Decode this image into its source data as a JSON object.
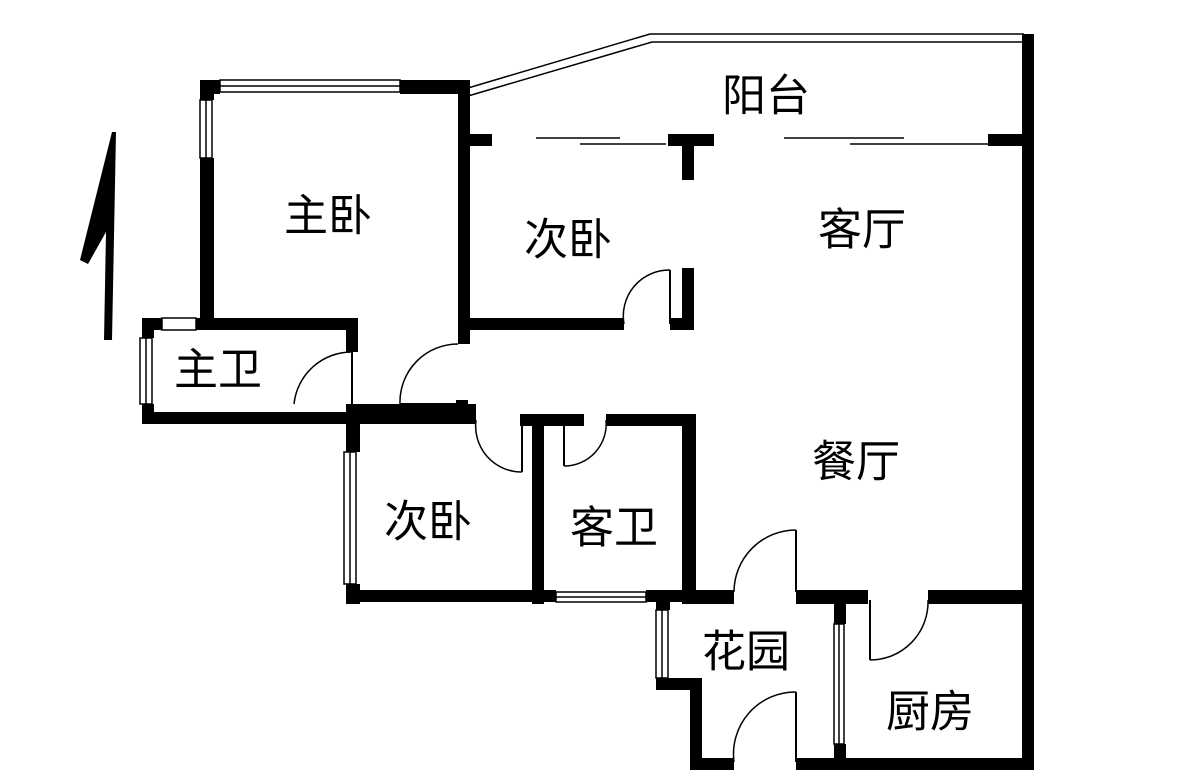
{
  "rooms": {
    "balcony": "阳台",
    "master_bedroom": "主卧",
    "second_bedroom_north": "次卧",
    "living_room": "客厅",
    "master_bath": "主卫",
    "dining_room": "餐厅",
    "second_bedroom_south": "次卧",
    "guest_bath": "客卫",
    "garden": "花园",
    "kitchen": "厨房"
  },
  "colors": {
    "wall": "#000000",
    "background": "#ffffff"
  },
  "icons": {
    "north_arrow": "north-arrow-icon"
  }
}
